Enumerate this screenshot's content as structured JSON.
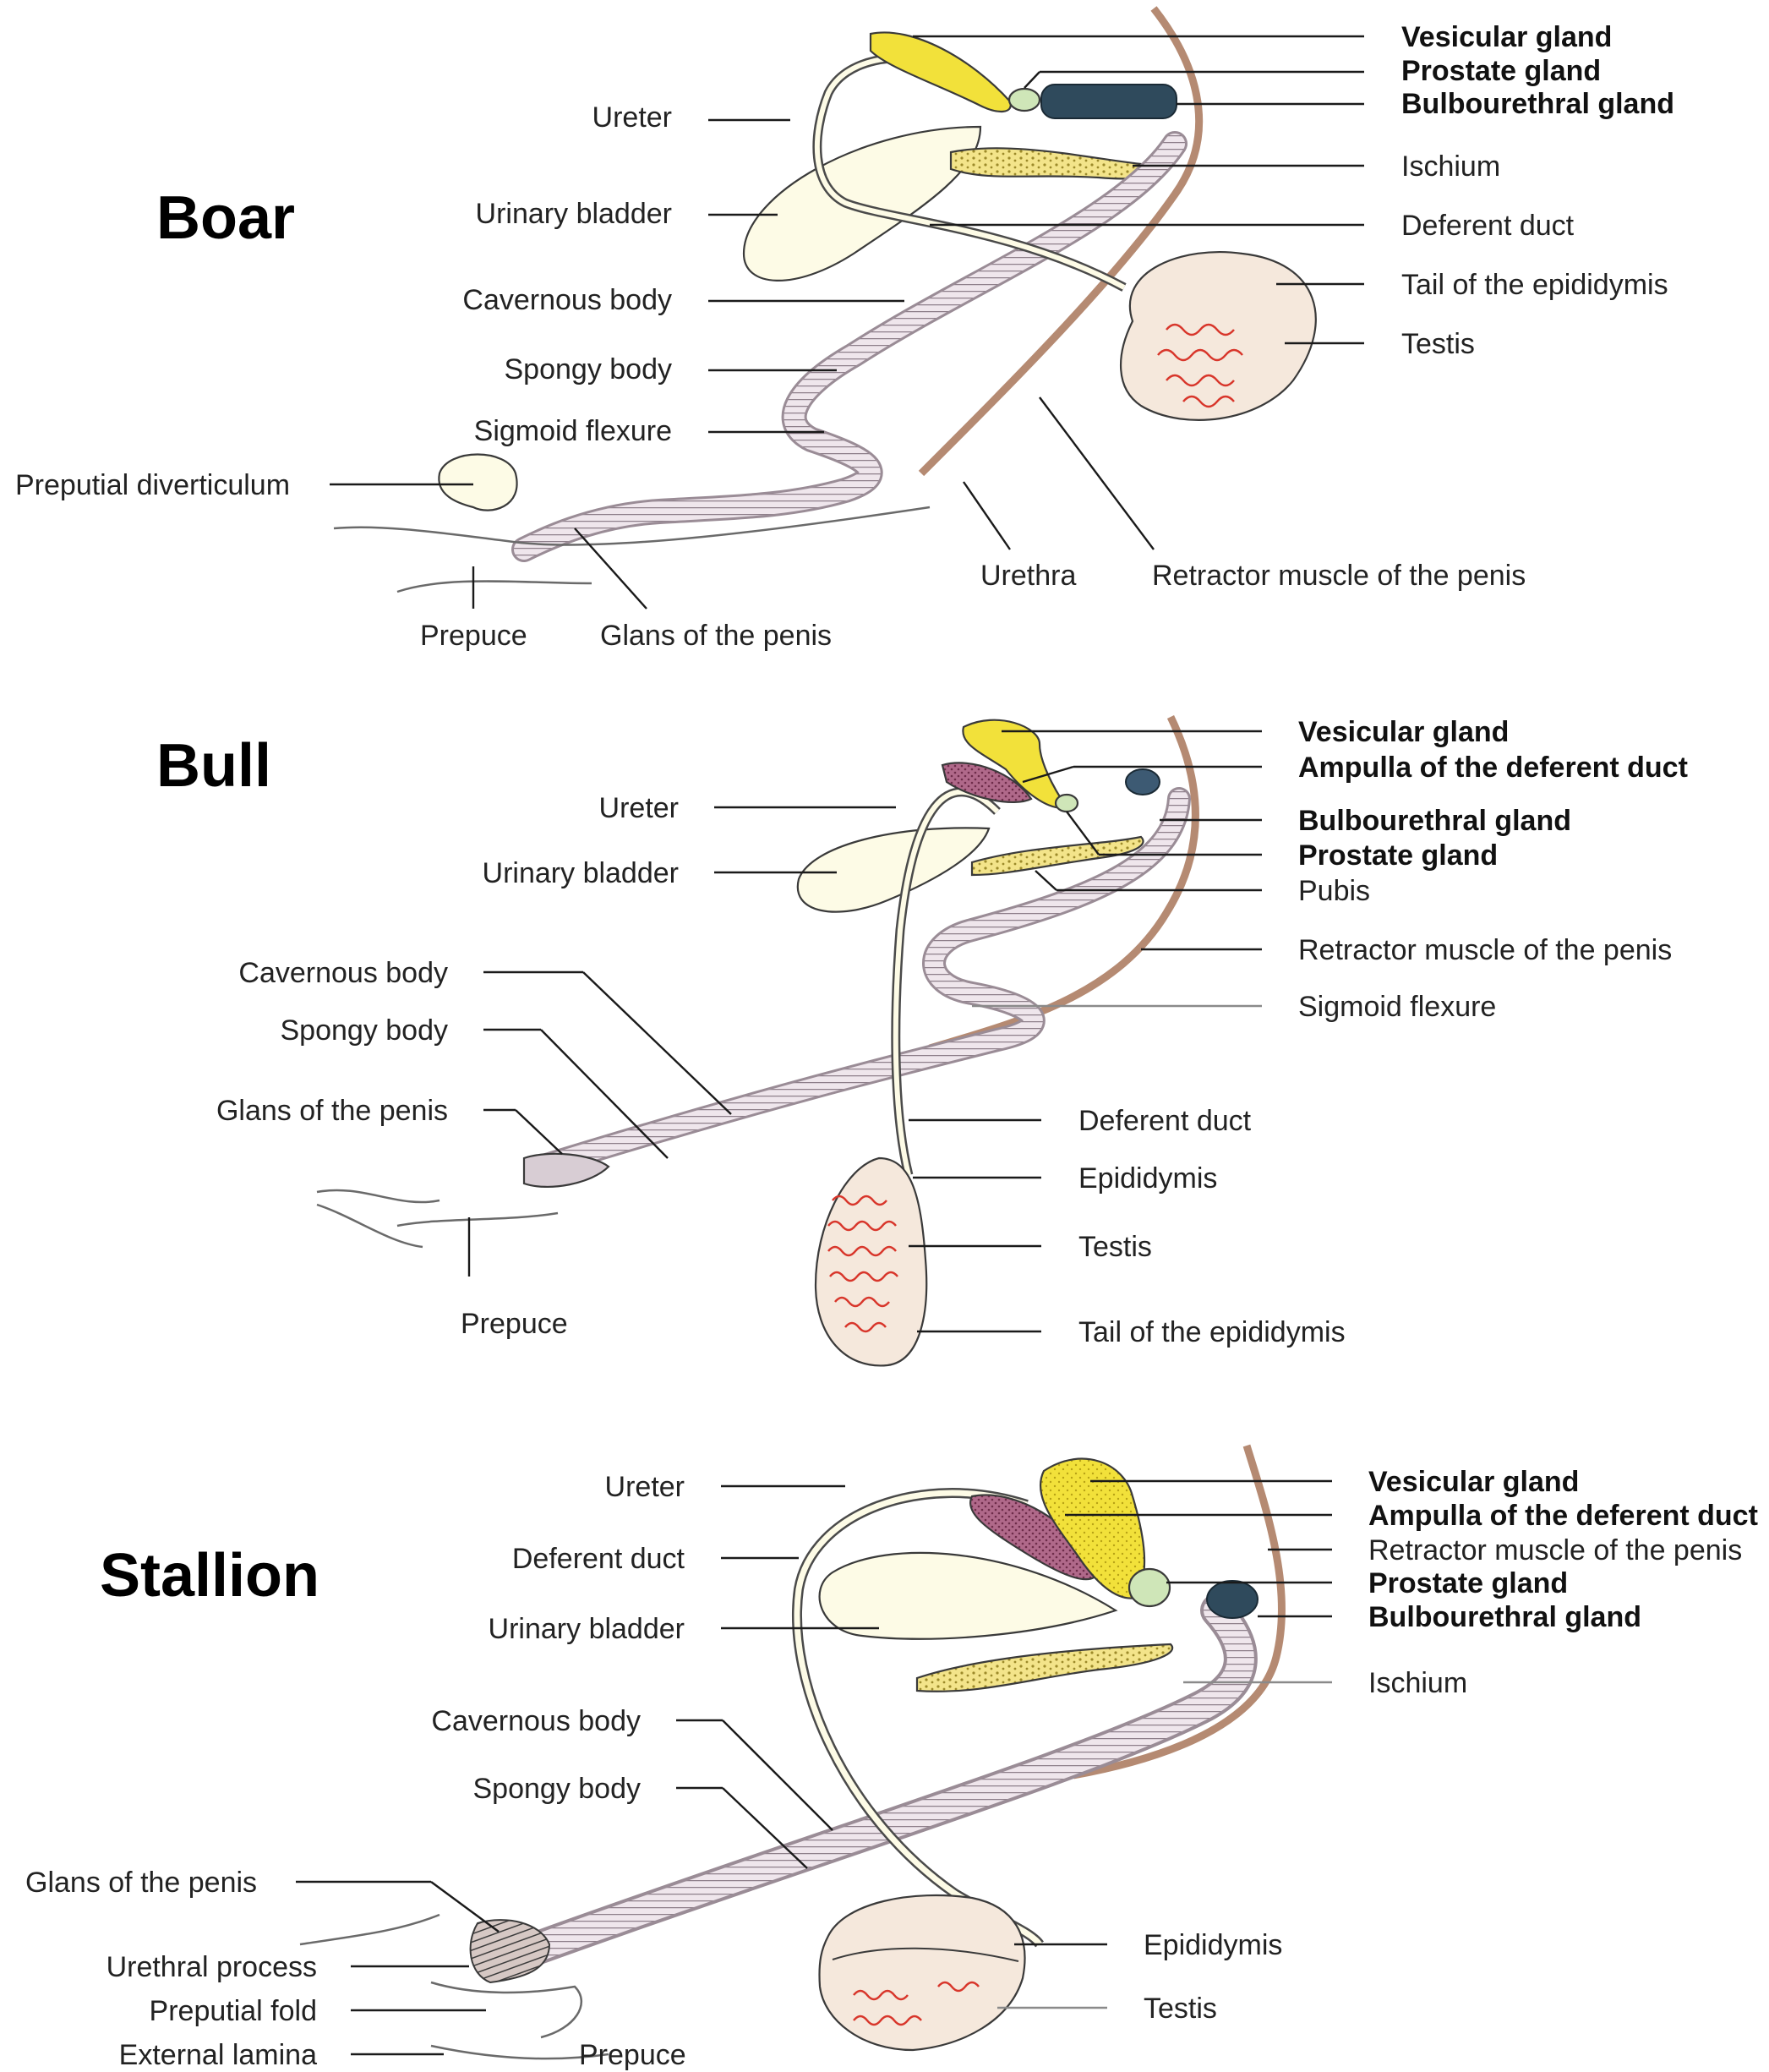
{
  "colors": {
    "vesicular": "#f2e13a",
    "prostate": "#cfe6b8",
    "bulbourethral_boar": "#2f4a5c",
    "bulbourethral_bull": "#3d5a73",
    "ampulla": "#a8587a",
    "penis": "#d8cdd4",
    "penis_stripe": "#9a8c96",
    "bladder": "#fdfbe6",
    "testis": "#f5e8dc",
    "testis_vessels": "#d8362b",
    "bone": "#f3e48a",
    "retractor": "#c9a792"
  },
  "panels": [
    {
      "id": "boar",
      "title": "Boar",
      "labels": [
        {
          "text": "Vesicular gland",
          "bold": true
        },
        {
          "text": "Prostate gland",
          "bold": true
        },
        {
          "text": "Bulbourethral gland",
          "bold": true
        },
        {
          "text": "Ischium",
          "bold": false
        },
        {
          "text": "Deferent duct",
          "bold": false
        },
        {
          "text": "Tail of the epididymis",
          "bold": false
        },
        {
          "text": "Testis",
          "bold": false
        },
        {
          "text": "Ureter",
          "bold": false
        },
        {
          "text": "Urinary bladder",
          "bold": false
        },
        {
          "text": "Cavernous body",
          "bold": false
        },
        {
          "text": "Spongy body",
          "bold": false
        },
        {
          "text": "Sigmoid flexure",
          "bold": false
        },
        {
          "text": "Preputial diverticulum",
          "bold": false
        },
        {
          "text": "Prepuce",
          "bold": false
        },
        {
          "text": "Glans of the penis",
          "bold": false
        },
        {
          "text": "Urethra",
          "bold": false
        },
        {
          "text": "Retractor muscle of the penis",
          "bold": false
        }
      ]
    },
    {
      "id": "bull",
      "title": "Bull",
      "labels": [
        {
          "text": "Vesicular gland",
          "bold": true
        },
        {
          "text": "Ampulla of the deferent duct",
          "bold": true
        },
        {
          "text": "Bulbourethral gland",
          "bold": true
        },
        {
          "text": "Prostate gland",
          "bold": true
        },
        {
          "text": "Pubis",
          "bold": false
        },
        {
          "text": "Retractor muscle of the penis",
          "bold": false
        },
        {
          "text": "Sigmoid flexure",
          "bold": false
        },
        {
          "text": "Ureter",
          "bold": false
        },
        {
          "text": "Urinary bladder",
          "bold": false
        },
        {
          "text": "Cavernous body",
          "bold": false
        },
        {
          "text": "Spongy body",
          "bold": false
        },
        {
          "text": "Glans of the penis",
          "bold": false
        },
        {
          "text": "Prepuce",
          "bold": false
        },
        {
          "text": "Deferent duct",
          "bold": false
        },
        {
          "text": "Epididymis",
          "bold": false
        },
        {
          "text": "Testis",
          "bold": false
        },
        {
          "text": "Tail of the  epididymis",
          "bold": false
        }
      ]
    },
    {
      "id": "stallion",
      "title": "Stallion",
      "labels": [
        {
          "text": "Vesicular gland",
          "bold": true
        },
        {
          "text": "Ampulla of the deferent duct",
          "bold": true
        },
        {
          "text": "Retractor muscle of the penis",
          "bold": false
        },
        {
          "text": "Prostate gland",
          "bold": true
        },
        {
          "text": "Bulbourethral gland",
          "bold": true
        },
        {
          "text": "Ischium",
          "bold": false
        },
        {
          "text": "Ureter",
          "bold": false
        },
        {
          "text": "Deferent duct",
          "bold": false
        },
        {
          "text": "Urinary bladder",
          "bold": false
        },
        {
          "text": "Cavernous body",
          "bold": false
        },
        {
          "text": "Spongy body",
          "bold": false
        },
        {
          "text": "Glans of the penis",
          "bold": false
        },
        {
          "text": "Urethral process",
          "bold": false
        },
        {
          "text": "Preputial fold",
          "bold": false
        },
        {
          "text": "External lamina",
          "bold": false
        },
        {
          "text": "Prepuce",
          "bold": false
        },
        {
          "text": "Epididymis",
          "bold": false
        },
        {
          "text": "Testis",
          "bold": false
        }
      ]
    }
  ]
}
